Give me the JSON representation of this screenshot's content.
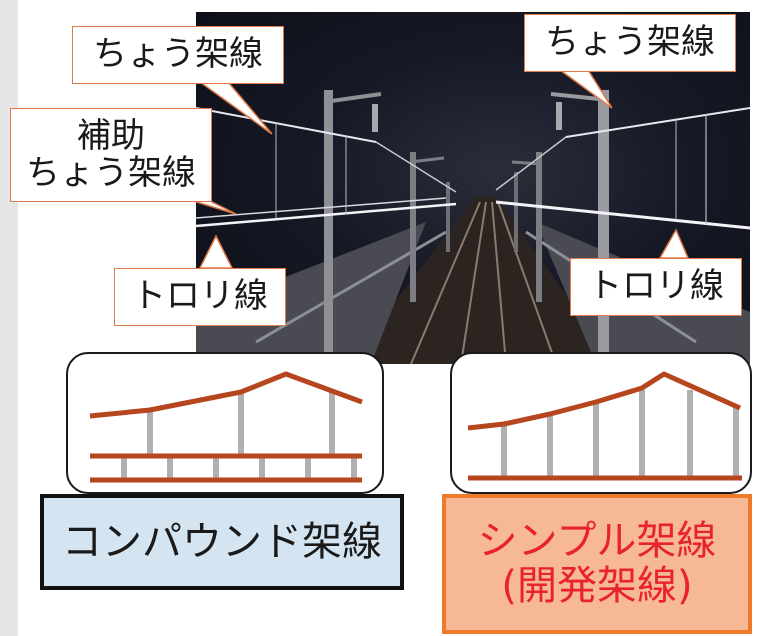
{
  "photo": {
    "callouts": {
      "messenger_left": "ちょう架線",
      "aux_line1": "補助",
      "aux_line2": "ちょう架線",
      "trolley_left": "トロリ線",
      "messenger_right": "ちょう架線",
      "trolley_right": "トロリ線"
    }
  },
  "diagrams": {
    "compound": {
      "label": "コンパウンド架線"
    },
    "simple": {
      "label_line1": "シンプル架線",
      "label_line2": "(開発架線)"
    }
  },
  "colors": {
    "wire": "#b5461e",
    "dropper": "#b0b0b0",
    "compound_label_bg": "#d4e4f0",
    "simple_label_bg": "#f7b896",
    "simple_label_border": "#f07a2c",
    "simple_label_text": "#e8232a",
    "callout_border": "#e07a4a"
  }
}
